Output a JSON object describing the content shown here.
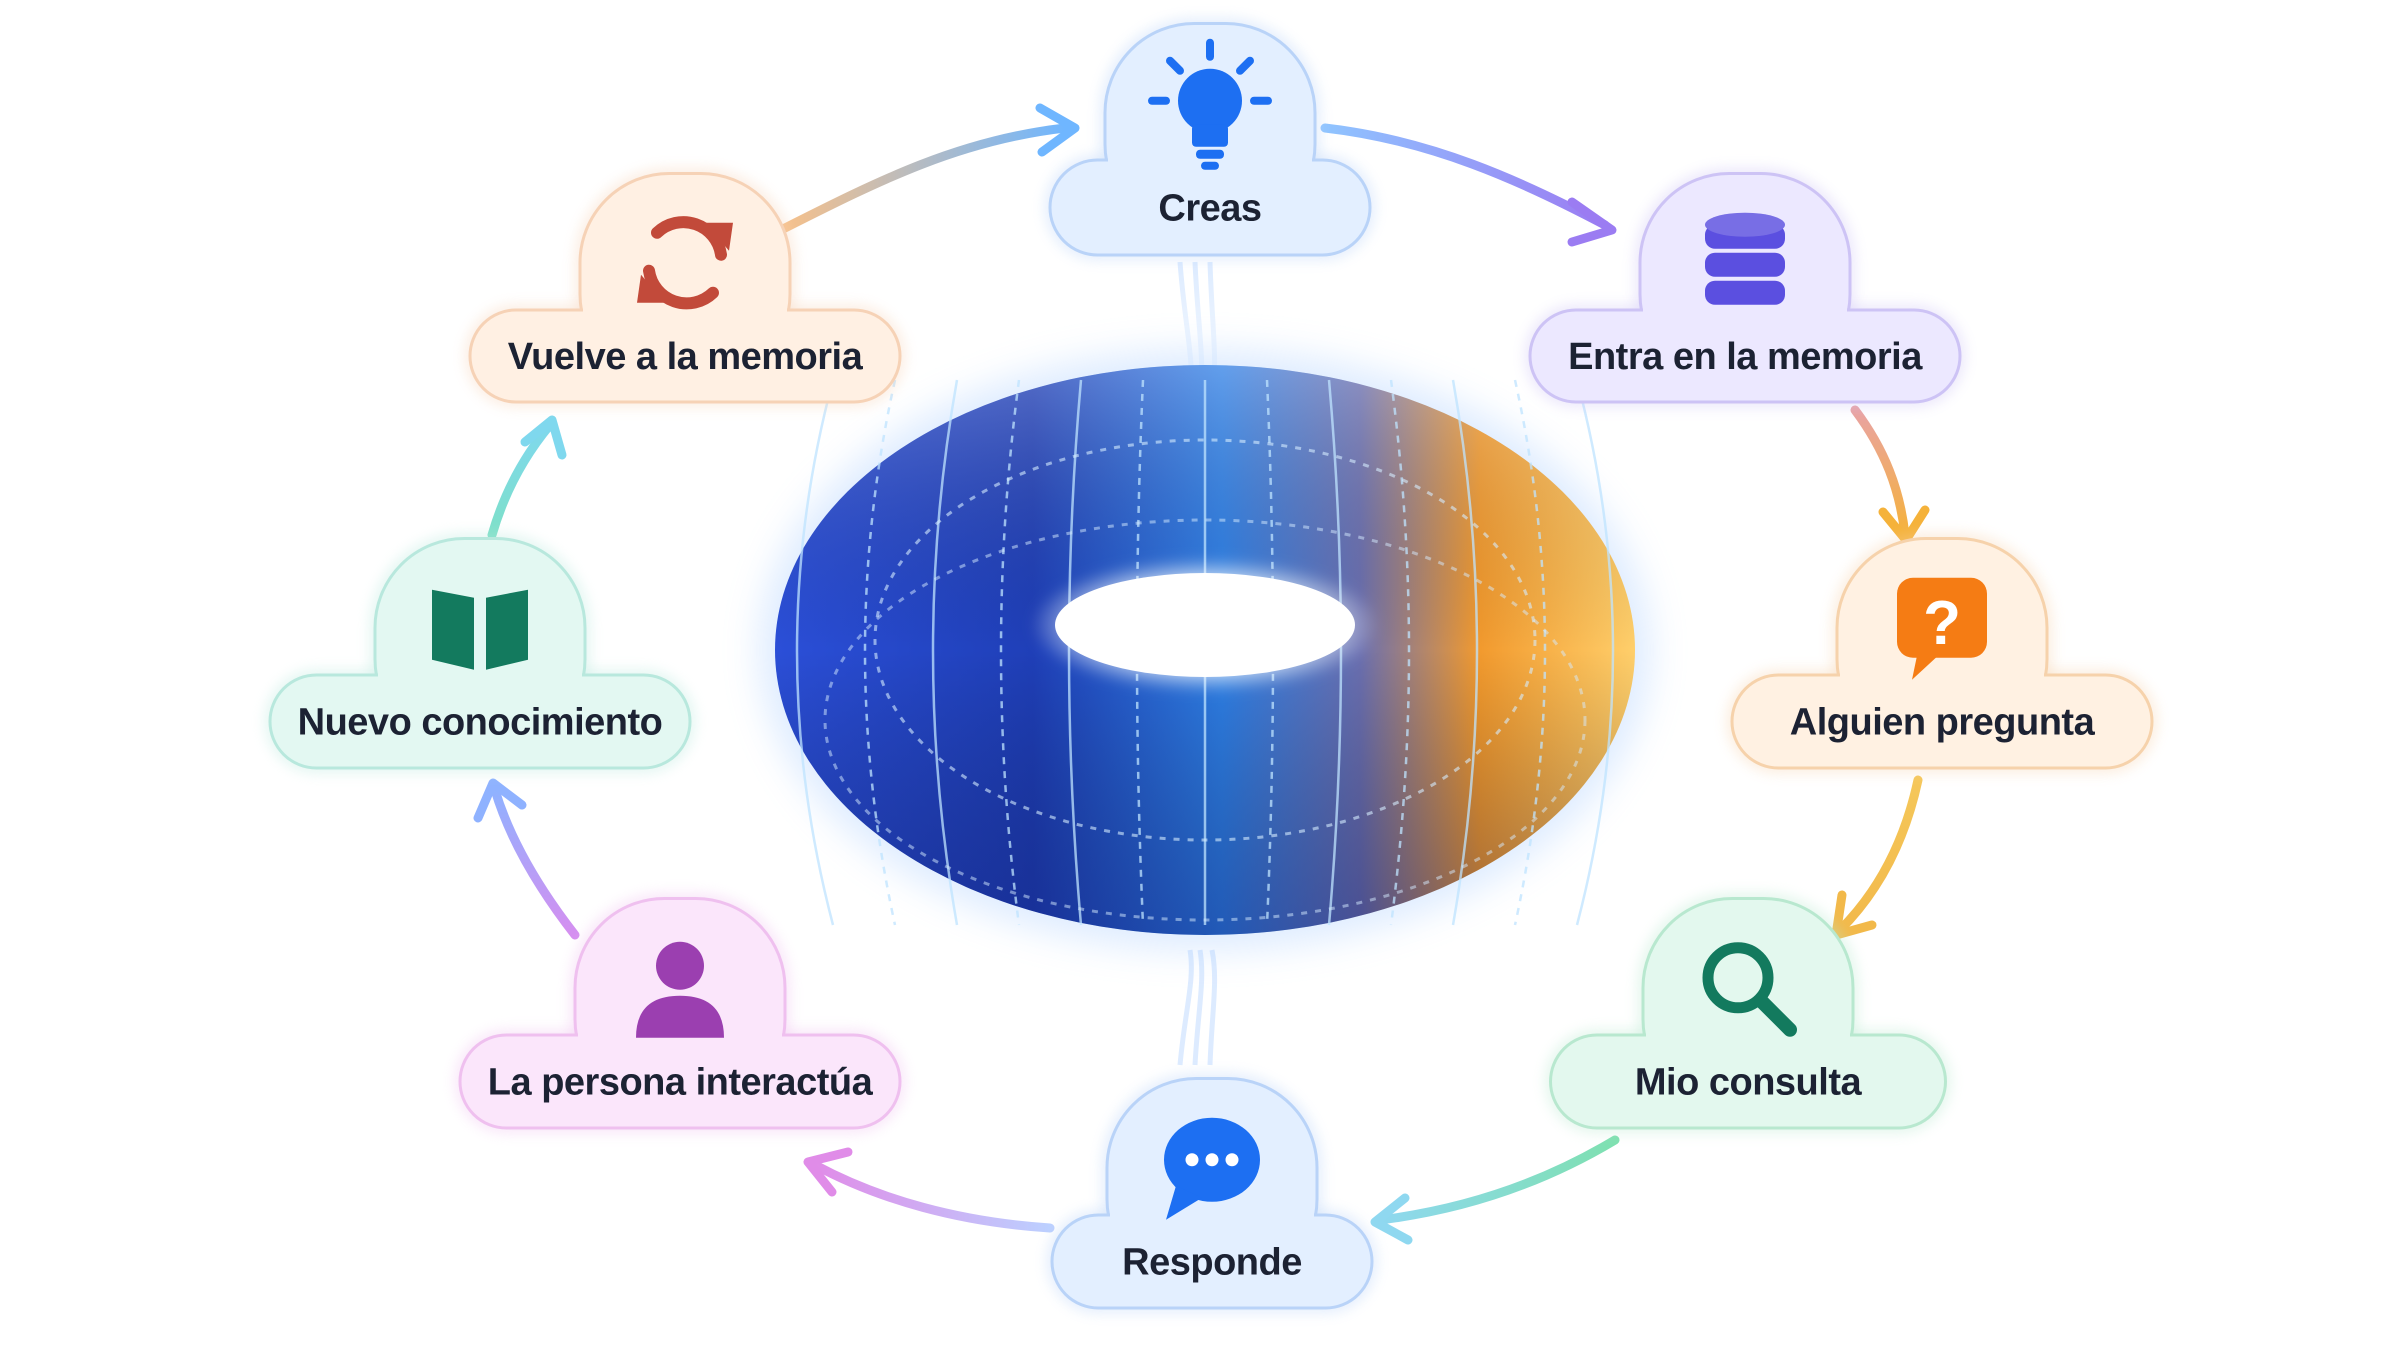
{
  "colors": {
    "creas": "#1d6ff2",
    "entra": "#5b4fe0",
    "alguien": "#f57c14",
    "mio": "#137a5e",
    "responde": "#1d6ff2",
    "persona": "#9b3fb0",
    "nuevo": "#137a5e",
    "vuelve": "#c24a3a"
  },
  "nodes": [
    {
      "id": "creas",
      "label": "Creas",
      "icon": "lightbulb-icon"
    },
    {
      "id": "entra",
      "label": "Entra en la memoria",
      "icon": "database-icon"
    },
    {
      "id": "alguien",
      "label": "Alguien pregunta",
      "icon": "question-bubble-icon"
    },
    {
      "id": "mio",
      "label": "Mio consulta",
      "icon": "magnifier-icon"
    },
    {
      "id": "responde",
      "label": "Responde",
      "icon": "chat-bubble-icon"
    },
    {
      "id": "persona",
      "label": "La persona interactúa",
      "icon": "person-icon"
    },
    {
      "id": "nuevo",
      "label": "Nuevo conocimiento",
      "icon": "open-book-icon"
    },
    {
      "id": "vuelve",
      "label": "Vuelve a la memoria",
      "icon": "refresh-icon"
    }
  ],
  "center": {
    "icon": "torus-ring-icon"
  }
}
